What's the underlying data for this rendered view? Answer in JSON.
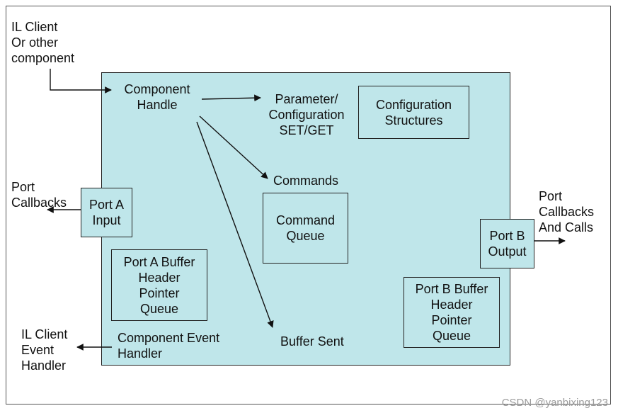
{
  "labels": {
    "il_client_top": "IL Client\nOr other\ncomponent",
    "component_handle": "Component\nHandle",
    "param_config": "Parameter/\nConfiguration\nSET/GET",
    "commands": "Commands",
    "port_callbacks_left": "Port\nCallbacks",
    "port_callbacks_right": "Port\nCallbacks\nAnd Calls",
    "component_event_handler": "Component Event\nHandler",
    "il_client_event_handler": "IL Client\nEvent\nHandler",
    "buffer_sent": "Buffer Sent"
  },
  "boxes": {
    "config_structures": "Configuration\nStructures",
    "command_queue": "Command\nQueue",
    "port_a_input": "Port A\nInput",
    "port_a_buffer": "Port A Buffer\nHeader\nPointer\nQueue",
    "port_b_output": "Port B\nOutput",
    "port_b_buffer": "Port B Buffer\nHeader\nPointer\nQueue"
  },
  "watermark": "CSDN @yanbixing123"
}
